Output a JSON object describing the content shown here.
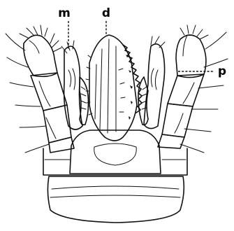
{
  "labels": {
    "m": "m",
    "d": "d",
    "p": "p"
  }
}
